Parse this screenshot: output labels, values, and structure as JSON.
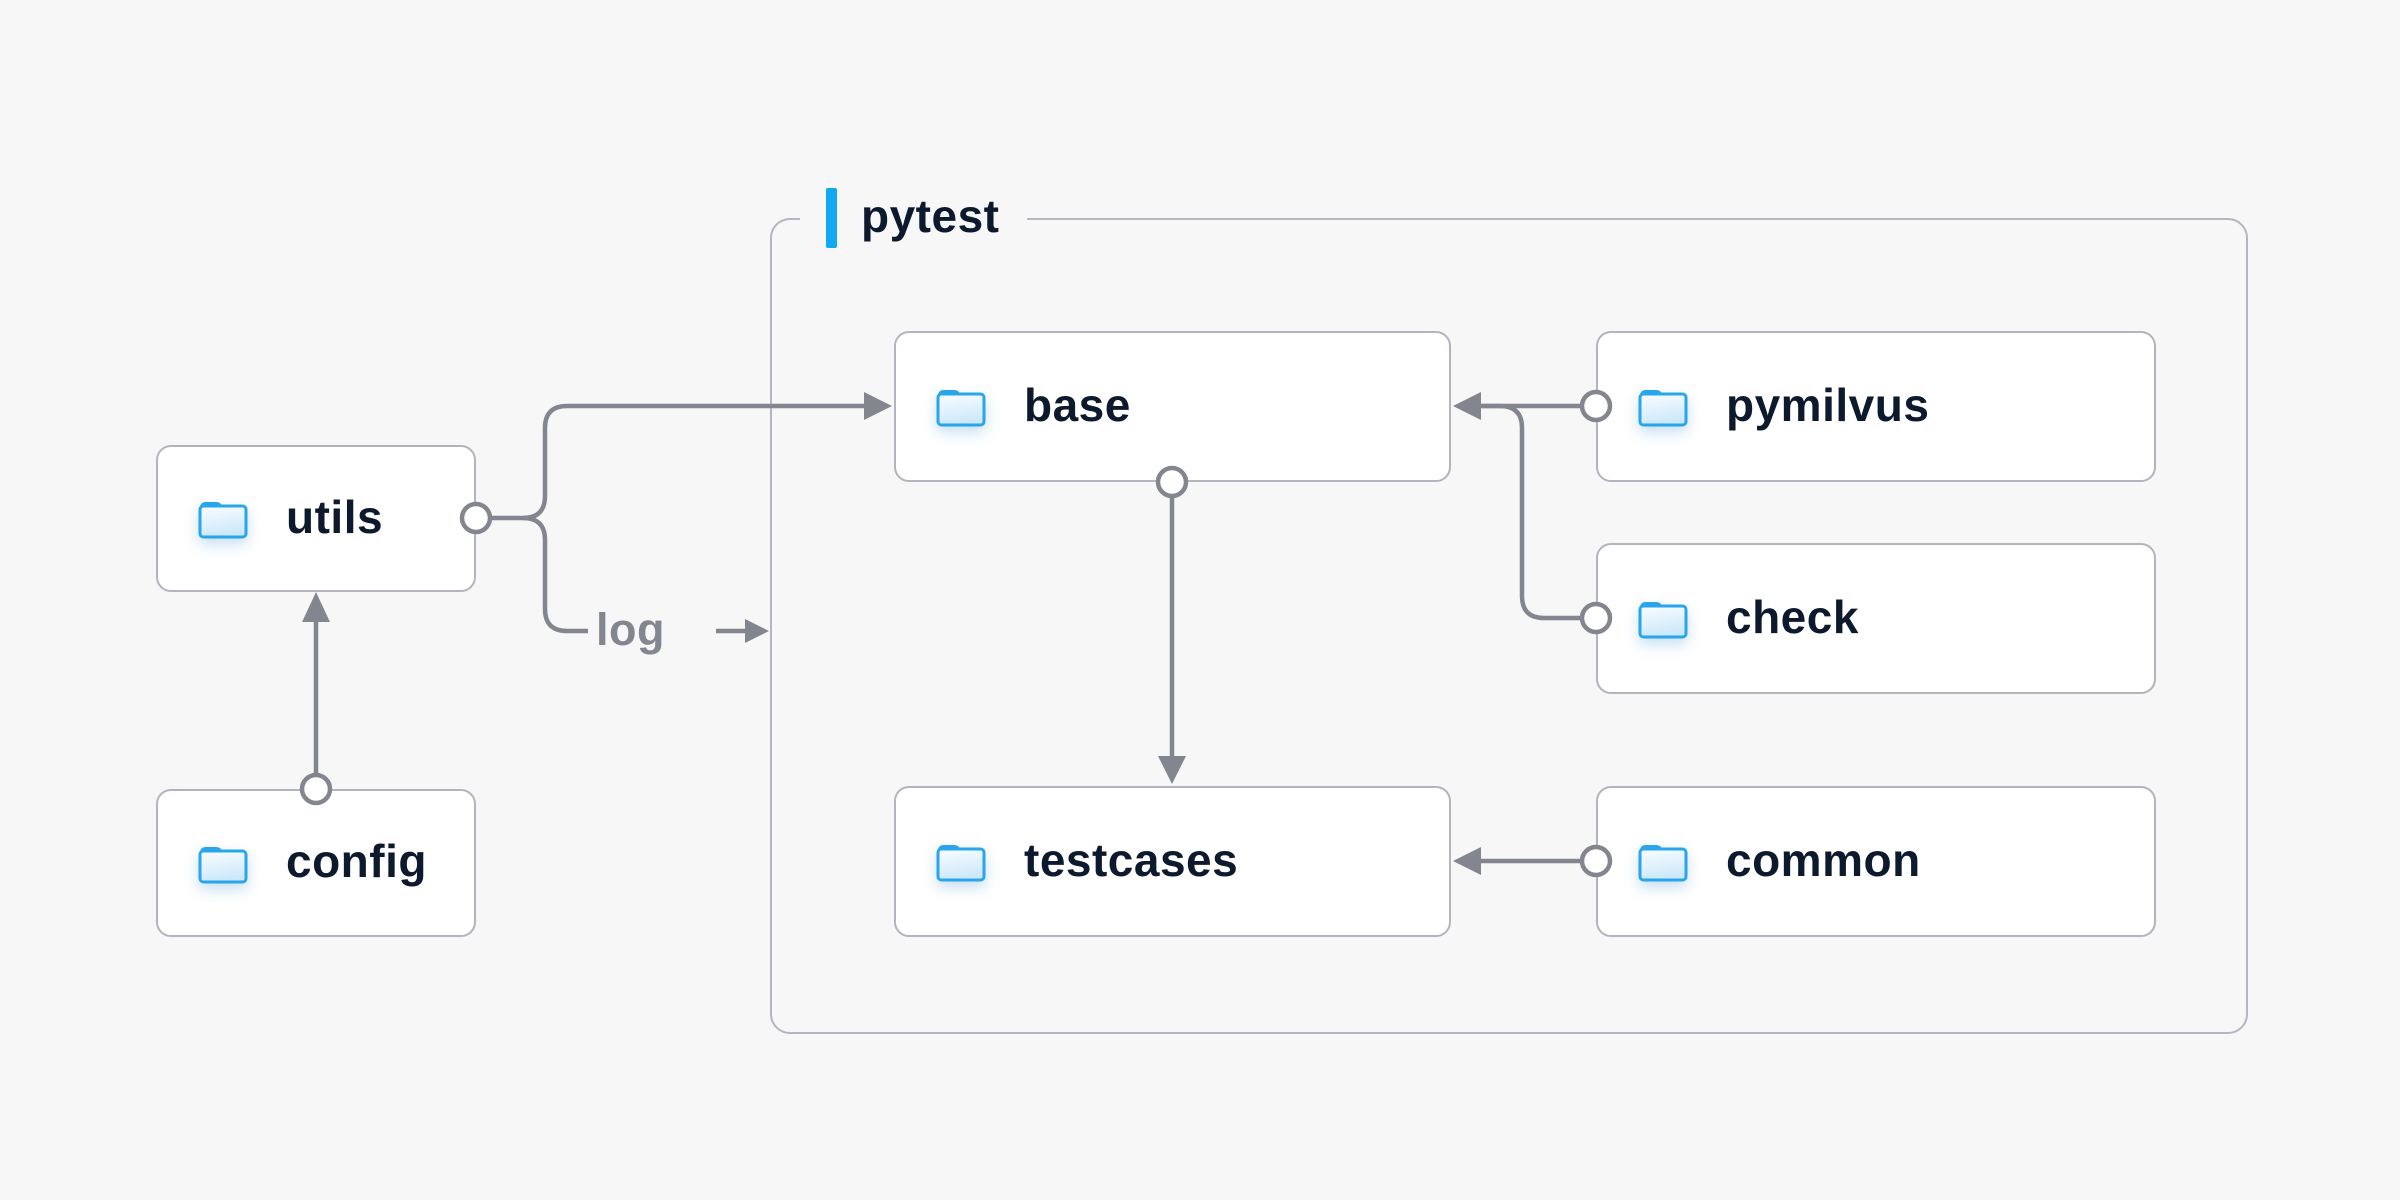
{
  "container": {
    "label": "pytest"
  },
  "nodes": [
    {
      "id": "utils",
      "label": "utils",
      "icon": "folder-icon"
    },
    {
      "id": "config",
      "label": "config",
      "icon": "folder-icon"
    },
    {
      "id": "base",
      "label": "base",
      "icon": "folder-icon"
    },
    {
      "id": "pymilvus",
      "label": "pymilvus",
      "icon": "folder-icon"
    },
    {
      "id": "check",
      "label": "check",
      "icon": "folder-icon"
    },
    {
      "id": "testcases",
      "label": "testcases",
      "icon": "folder-icon"
    },
    {
      "id": "common",
      "label": "common",
      "icon": "folder-icon"
    }
  ],
  "edges": [
    {
      "from": "config",
      "to": "utils"
    },
    {
      "from": "utils",
      "to": "base"
    },
    {
      "from": "utils",
      "to": "pytest",
      "label": "log"
    },
    {
      "from": "pymilvus",
      "to": "base"
    },
    {
      "from": "check",
      "to": "base"
    },
    {
      "from": "base",
      "to": "testcases"
    },
    {
      "from": "common",
      "to": "testcases"
    }
  ],
  "colors": {
    "background": "#f7f7f8",
    "node_background": "#ffffff",
    "node_border": "#b2b4be",
    "group_border": "#b4b6c0",
    "connector": "#84868f",
    "text": "#0d1a2e",
    "edge_label_text": "#84868f",
    "accent_blue": "#12a9f4",
    "folder_blue": "#29a5ea"
  }
}
